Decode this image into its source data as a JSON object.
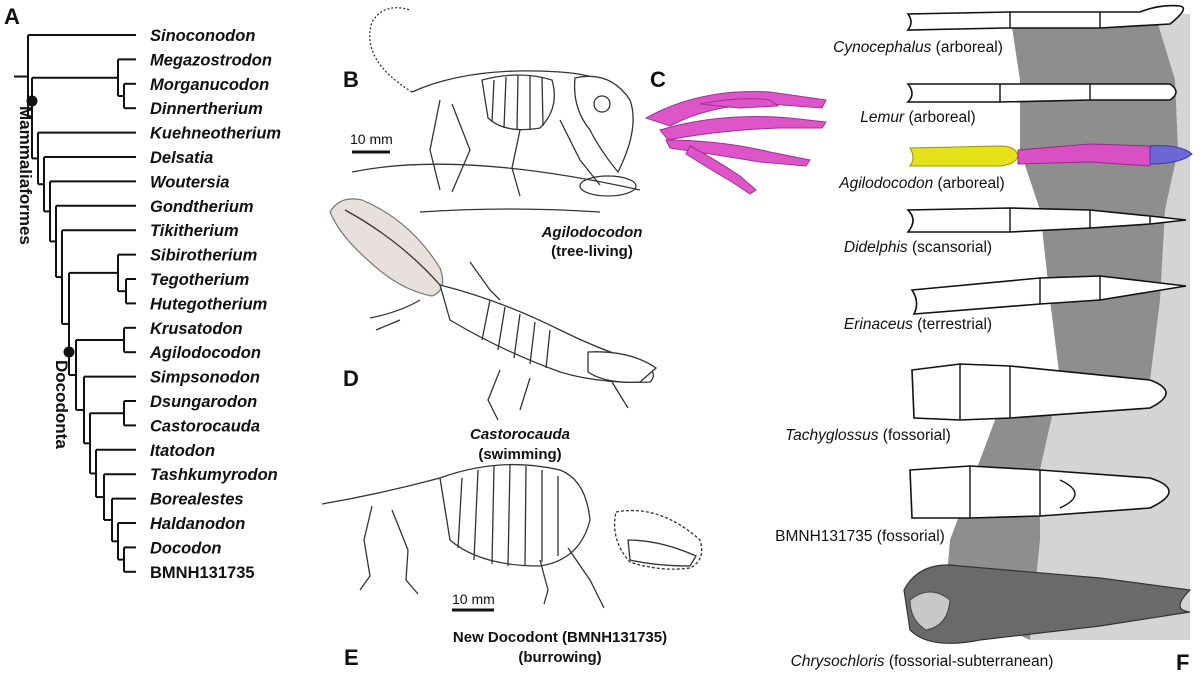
{
  "panels": {
    "a": "A",
    "b": "B",
    "c": "C",
    "d": "D",
    "e": "E",
    "f": "F"
  },
  "tree": {
    "taxa": [
      {
        "name": "Sinoconodon",
        "italic": true
      },
      {
        "name": "Megazostrodon",
        "italic": true
      },
      {
        "name": "Morganucodon",
        "italic": true
      },
      {
        "name": "Dinnertherium",
        "italic": true
      },
      {
        "name": "Kuehneotherium",
        "italic": true
      },
      {
        "name": "Delsatia",
        "italic": true
      },
      {
        "name": "Woutersia",
        "italic": true
      },
      {
        "name": "Gondtherium",
        "italic": true
      },
      {
        "name": "Tikitherium",
        "italic": true
      },
      {
        "name": "Sibirotherium",
        "italic": true
      },
      {
        "name": "Tegotherium",
        "italic": true
      },
      {
        "name": "Hutegotherium",
        "italic": true
      },
      {
        "name": "Krusatodon",
        "italic": true
      },
      {
        "name": "Agilodocodon",
        "italic": true
      },
      {
        "name": "Simpsonodon",
        "italic": true
      },
      {
        "name": "Dsungarodon",
        "italic": true
      },
      {
        "name": "Castorocauda",
        "italic": true
      },
      {
        "name": "Itatodon",
        "italic": true
      },
      {
        "name": "Tashkumyrodon",
        "italic": true
      },
      {
        "name": "Borealestes",
        "italic": true
      },
      {
        "name": "Haldanodon",
        "italic": true
      },
      {
        "name": "Docodon",
        "italic": true
      },
      {
        "name": "BMNH131735",
        "italic": false
      }
    ],
    "clades": {
      "mammaliaformes": "Mammaliaformes",
      "docodonta": "Docodonta"
    }
  },
  "skeletons": {
    "b": {
      "genus": "Agilodocodon",
      "habit": "(tree-living)"
    },
    "d": {
      "genus": "Castorocauda",
      "habit": "(swimming)"
    },
    "e": {
      "genus": "New Docodont (BMNH131735)",
      "habit": "(burrowing)"
    },
    "scale_b": "10 mm",
    "scale_e": "10 mm"
  },
  "digits": [
    {
      "genus": "Cynocephalus",
      "habit": "(arboreal)"
    },
    {
      "genus": "Lemur",
      "habit": "(arboreal)"
    },
    {
      "genus": "Agilodocodon",
      "habit": "(arboreal)"
    },
    {
      "genus": "Didelphis",
      "habit": "(scansorial)"
    },
    {
      "genus": "Erinaceus",
      "habit": "(terrestrial)"
    },
    {
      "genus": "Tachyglossus",
      "habit": "(fossorial)"
    },
    {
      "genus": "BMNH131735",
      "habit": "(fossorial)"
    },
    {
      "genus": "Chrysochloris",
      "habit": "(fossorial-subterranean)"
    }
  ],
  "colors": {
    "metacarpal_yellow": "#e6e21a",
    "phalanx_magenta": "#d94fc4",
    "ungual_blue": "#6d67d6",
    "band_dark": "#8e8e8e",
    "band_light": "#d4d4d4",
    "hand_magenta": "#dd55c8"
  }
}
